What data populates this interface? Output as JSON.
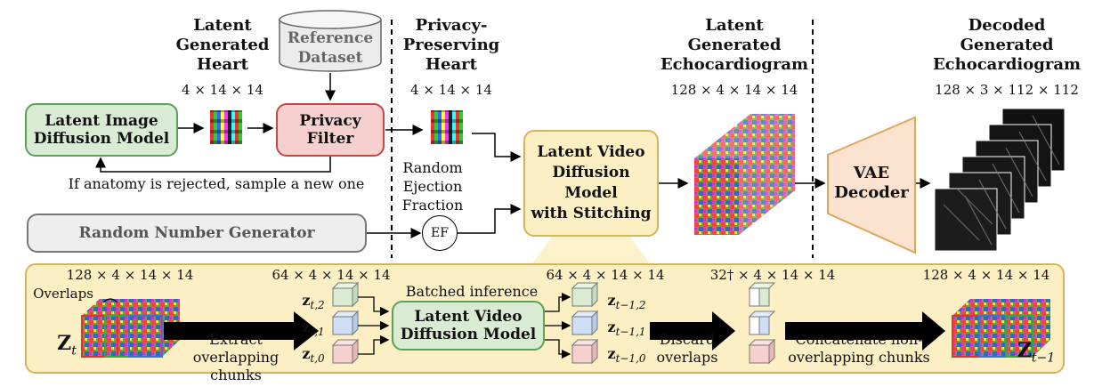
{
  "top": {
    "latent_gen_heart": {
      "line1": "Latent",
      "line2": "Generated",
      "line3": "Heart",
      "dim": "4 × 14 × 14"
    },
    "reference_dataset": {
      "line1": "Reference",
      "line2": "Dataset"
    },
    "privacy_heart": {
      "line1": "Privacy-",
      "line2": "Preserving",
      "line3": "Heart",
      "dim": "4 × 14 × 14"
    },
    "latent_echo": {
      "line1": "Latent",
      "line2": "Generated",
      "line3": "Echocardiogram",
      "dim": "128 × 4 × 14 × 14"
    },
    "decoded_echo": {
      "line1": "Decoded",
      "line2": "Generated",
      "line3": "Echocardiogram",
      "dim": "128 × 3 × 112 × 112"
    }
  },
  "boxes": {
    "ldm": {
      "line1": "Latent Image",
      "line2": "Diffusion Model"
    },
    "privacy": {
      "line1": "Privacy",
      "line2": "Filter"
    },
    "lvdm": {
      "line1": "Latent Video",
      "line2": "Diffusion",
      "line3": "Model",
      "line4": "with Stitching"
    },
    "vae": {
      "line1": "VAE",
      "line2": "Decoder"
    },
    "rng": "Random Number Generator",
    "ef": "EF"
  },
  "notes": {
    "rejected": "If anatomy is rejected, sample a new one",
    "ef_label": {
      "line1": "Random",
      "line2": "Ejection",
      "line3": "Fraction"
    }
  },
  "bottom": {
    "dim1": "128 × 4 × 14 × 14",
    "dim2": "64 × 4 × 14 × 14",
    "dim3": "64 × 4 × 14 × 14",
    "dim4": "32† × 4 × 14 × 14",
    "dim5": "128 × 4 × 14 × 14",
    "overlaps": "Overlaps",
    "zt": "Z",
    "zt_sub": "t",
    "ztm1_sub": "t−1",
    "extract": {
      "line1": "Extract",
      "line2": "overlapping chunks"
    },
    "batched": "Batched inference",
    "inner": {
      "line1": "Latent Video",
      "line2": "Diffusion Model"
    },
    "z_in": [
      "z",
      "z",
      "z"
    ],
    "z_in_sub": [
      "t,2",
      "t,1",
      "t,0"
    ],
    "z_out_sub": [
      "t−1,2",
      "t−1,1",
      "t−1,0"
    ],
    "discard": {
      "line1": "Discard",
      "line2": "overlaps"
    },
    "concat": {
      "line1": "Concatenate non-",
      "line2": "overlapping chunks"
    }
  },
  "colors": {
    "green": "#d9ecd3",
    "red": "#f6cfcf",
    "blue": "#cfe0f6",
    "yellow": "#fcefc4"
  }
}
